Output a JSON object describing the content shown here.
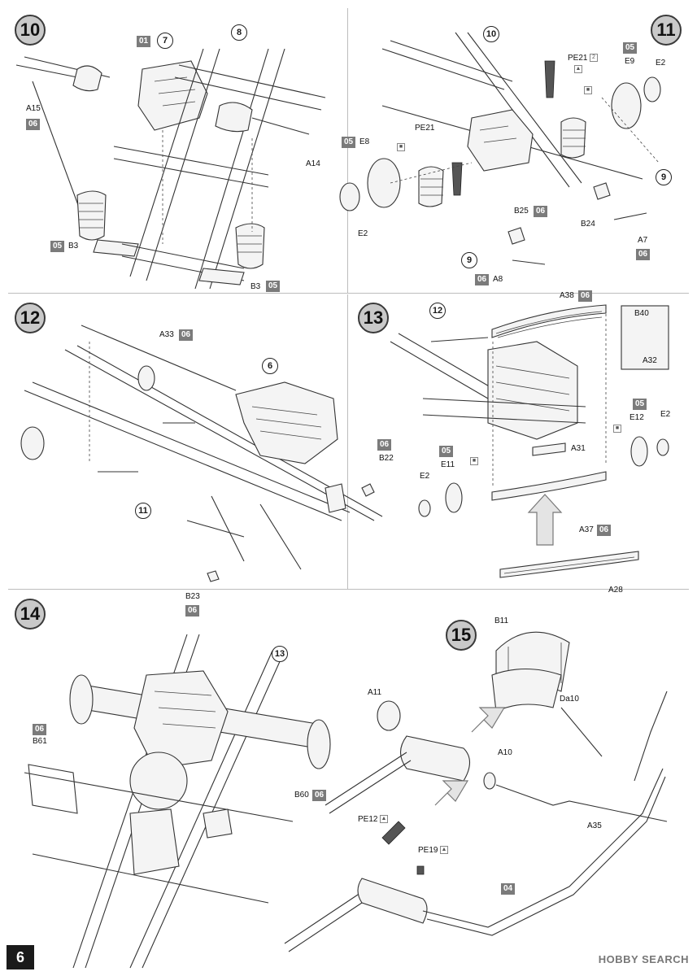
{
  "page": {
    "number": "6",
    "watermark": "HOBBY SEARCH"
  },
  "steps": [
    {
      "number": "10",
      "parts": [
        "7",
        "8"
      ],
      "labels": {
        "p01": "01",
        "a15": "A15",
        "b3a": "B3",
        "b3b": "B3",
        "a14": "A14"
      },
      "badges": {
        "a15": "06",
        "b3a": "05",
        "b3b": "05"
      }
    },
    {
      "number": "11",
      "parts": [
        "10",
        "9",
        "9"
      ],
      "labels": {
        "pe21a": "PE21",
        "pe21b": "PE21",
        "e9": "E9",
        "e2a": "E2",
        "e8": "E8",
        "e2b": "E2",
        "b25": "B25",
        "b24": "B24",
        "a8": "A8",
        "a7": "A7",
        "pe21num": "2"
      },
      "badges": {
        "e9": "05",
        "e8": "05",
        "b25": "06",
        "a8": "06",
        "a7": "06"
      }
    },
    {
      "number": "12",
      "parts": [
        "6",
        "11"
      ],
      "labels": {
        "a33": "A33",
        "b22": "B22",
        "b23": "B23"
      },
      "badges": {
        "a33": "06",
        "b22": "06",
        "b23": "06"
      }
    },
    {
      "number": "13",
      "parts": [
        "12"
      ],
      "labels": {
        "a38": "A38",
        "b40": "B40",
        "a32": "A32",
        "e12": "E12",
        "e2a": "E2",
        "a31": "A31",
        "e11": "E11",
        "e2b": "E2",
        "a37": "A37",
        "a28": "A28"
      },
      "badges": {
        "a38": "06",
        "e12": "05",
        "e11": "05",
        "a37": "06"
      }
    },
    {
      "number": "14",
      "parts": [
        "13"
      ],
      "labels": {
        "b61": "B61",
        "b60": "B60"
      },
      "badges": {
        "b61": "06",
        "b60": "06"
      }
    },
    {
      "number": "15",
      "labels": {
        "b11": "B11",
        "da10": "Da10",
        "a11": "A11",
        "a10": "A10",
        "a35": "A35",
        "pe12": "PE12",
        "pe19": "PE19"
      },
      "badges": {
        "p04": "04"
      }
    }
  ]
}
